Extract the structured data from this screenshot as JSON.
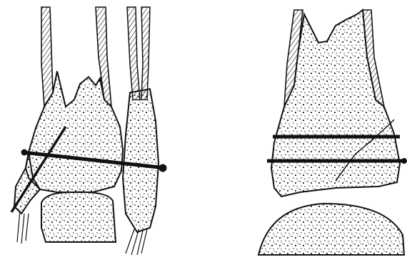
{
  "figure": {
    "panels": [
      {
        "id": "left",
        "content": "ankle-fracture-fixation-two-bones"
      },
      {
        "id": "right",
        "content": "ankle-fracture-fixation-single-bone"
      }
    ],
    "colors": {
      "ink": "#111111",
      "paper": "#ffffff",
      "stipple": "#222222"
    }
  }
}
